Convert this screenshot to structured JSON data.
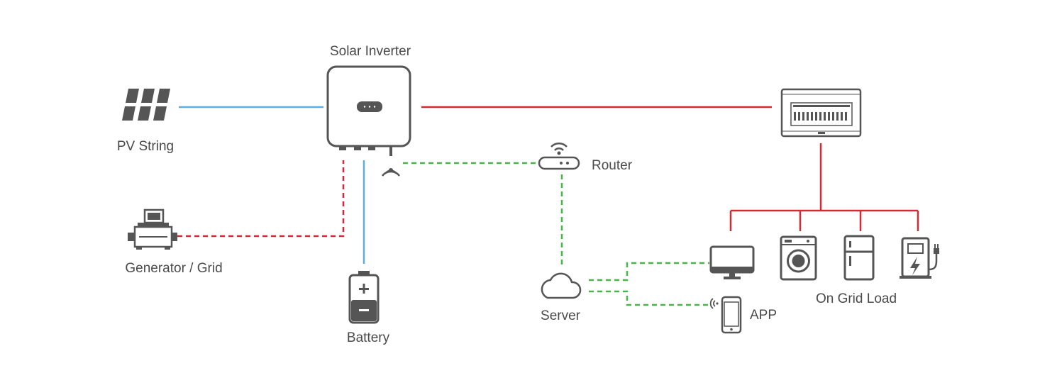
{
  "labels": {
    "inverter": "Solar Inverter",
    "pv": "PV String",
    "generator": "Generator / Grid",
    "battery": "Battery",
    "router": "Router",
    "server": "Server",
    "app": "APP",
    "load": "On Grid Load"
  },
  "colors": {
    "dc_line": "#5aaee0",
    "ac_line": "#d42a35",
    "comm_line": "#47b548",
    "icon": "#555555"
  },
  "icons": [
    "solar-panel-icon",
    "inverter-icon",
    "distribution-board-icon",
    "generator-icon",
    "battery-icon",
    "wireless-icon",
    "router-icon",
    "cloud-icon",
    "monitor-icon",
    "washing-machine-icon",
    "refrigerator-icon",
    "ev-charger-icon",
    "smartphone-icon"
  ]
}
